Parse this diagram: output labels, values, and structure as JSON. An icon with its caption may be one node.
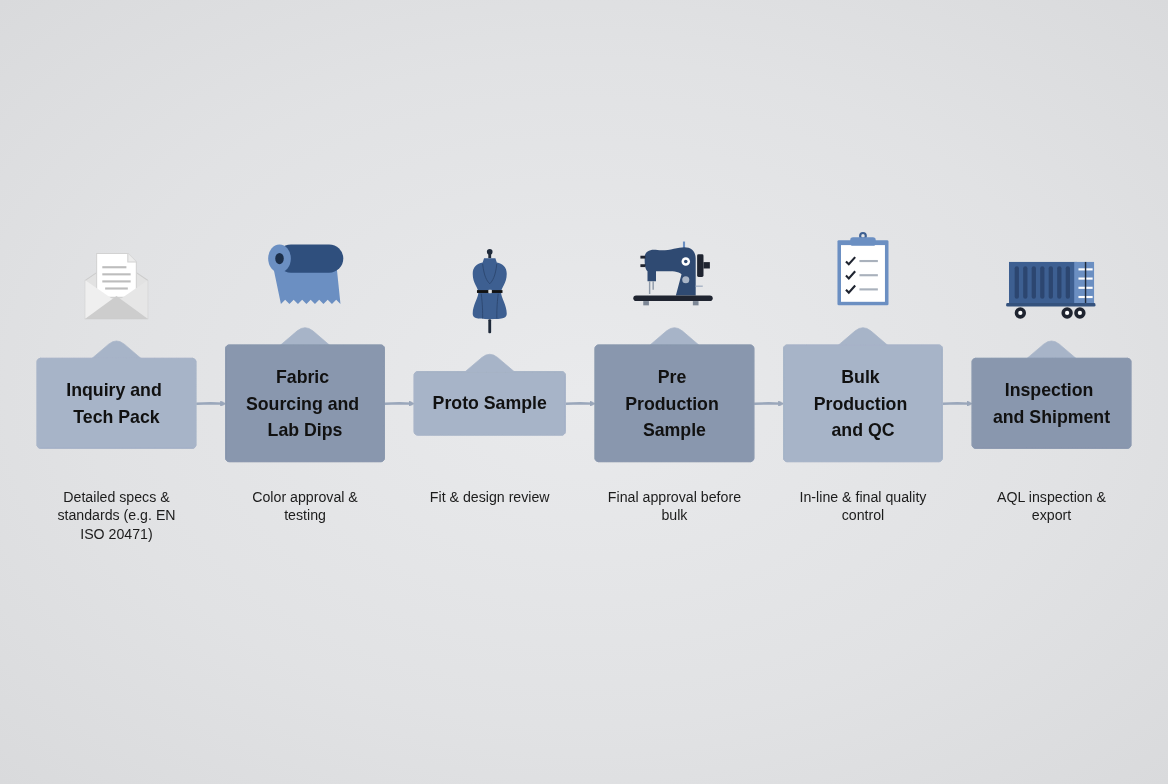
{
  "diagram": {
    "nodes": [
      {
        "text": [
          "Inquiry and Tech Pack"
        ],
        "beside": [
          "Detailed specs & standards (e.g. EN ISO 20471)"
        ]
      },
      {
        "text": [
          "Fabric Sourcing and Lab Dips"
        ],
        "beside": [
          "Color approval & testing"
        ]
      },
      {
        "text": [
          "Proto Sample"
        ],
        "beside": [
          "Fit & design review"
        ]
      },
      {
        "text": [
          "Pre Production Sample"
        ],
        "beside": [
          "Final approval before bulk"
        ]
      },
      {
        "text": [
          "Bulk Production and QC"
        ],
        "beside": [
          "In-line & final quality control"
        ]
      },
      {
        "text": [
          "Inspection and Shipment"
        ],
        "beside": [
          "AQL inspection & export"
        ]
      }
    ],
    "edges": [
      {
        "from": 0,
        "to": 1,
        "arrow": "to"
      },
      {
        "from": 1,
        "to": 2,
        "arrow": "to"
      },
      {
        "from": 2,
        "to": 3,
        "arrow": "to"
      },
      {
        "from": 3,
        "to": 4,
        "arrow": "to"
      },
      {
        "from": 4,
        "to": 5,
        "arrow": "to"
      }
    ]
  }
}
